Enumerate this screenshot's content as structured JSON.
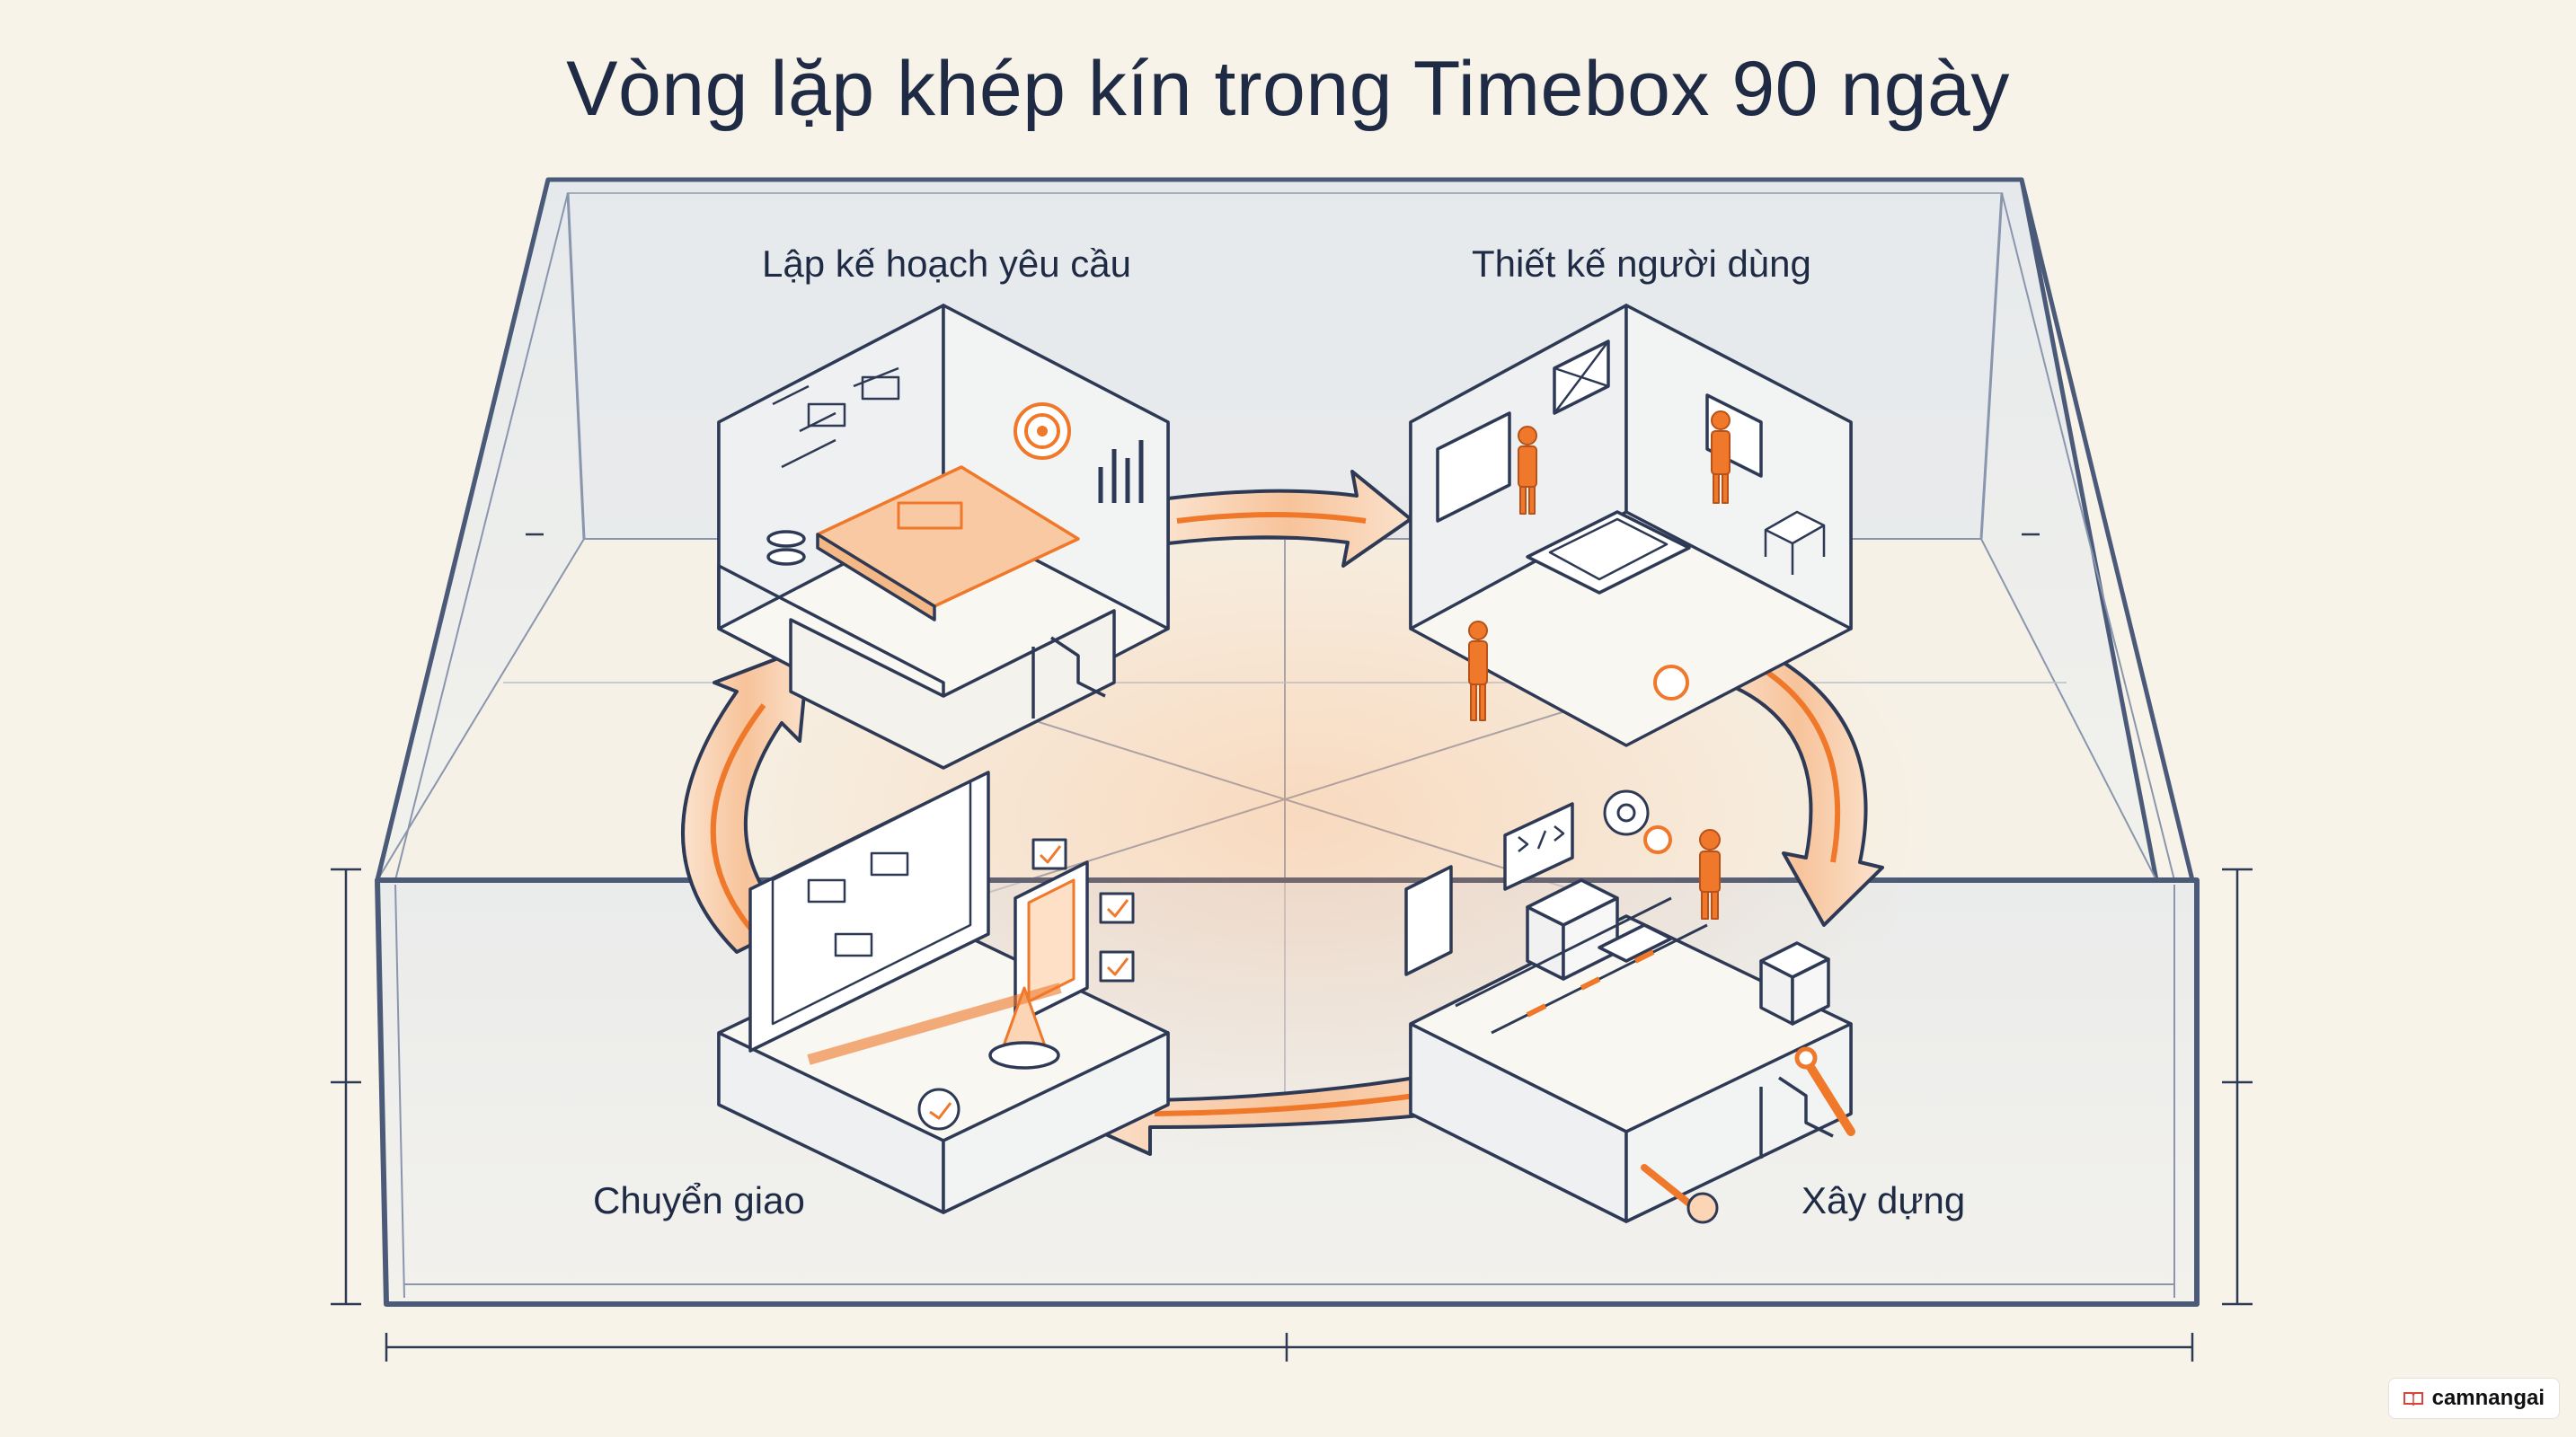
{
  "title": "Vòng lặp khép kín trong Timebox 90 ngày",
  "stages": {
    "plan": "Lập kế hoạch yêu cầu",
    "design": "Thiết kế người dùng",
    "handover": "Chuyển giao",
    "build": "Xây dựng"
  },
  "watermark": {
    "text": "camnangai",
    "icon": "book-icon"
  },
  "colors": {
    "background": "#f7f3e9",
    "ink": "#1f2a44",
    "accent": "#f0782a",
    "glass": "#dfe6ee"
  }
}
